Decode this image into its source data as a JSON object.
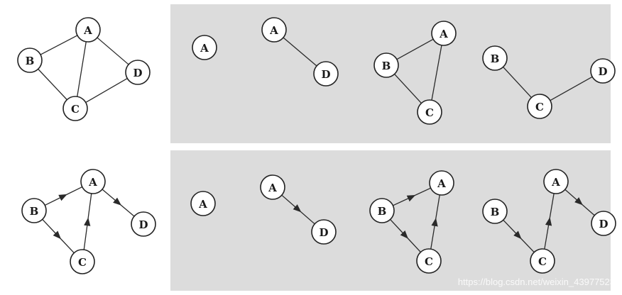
{
  "panels": [
    {
      "id": "undirected-row",
      "shaded": true
    },
    {
      "id": "directed-row",
      "shaded": true
    }
  ],
  "graphs": [
    {
      "id": "undirected-graph",
      "nodes": [
        {
          "id": "A",
          "label": "A"
        },
        {
          "id": "B",
          "label": "B"
        },
        {
          "id": "C",
          "label": "C"
        },
        {
          "id": "D",
          "label": "D"
        }
      ],
      "edges": [
        [
          "B",
          "A"
        ],
        [
          "A",
          "C"
        ],
        [
          "A",
          "D"
        ],
        [
          "B",
          "C"
        ],
        [
          "C",
          "D"
        ]
      ],
      "directed": false
    },
    {
      "id": "subgraph-1",
      "nodes": [
        {
          "id": "A",
          "label": "A"
        }
      ],
      "edges": [],
      "directed": false
    },
    {
      "id": "subgraph-2",
      "nodes": [
        {
          "id": "A",
          "label": "A"
        },
        {
          "id": "D",
          "label": "D"
        }
      ],
      "edges": [
        [
          "A",
          "D"
        ]
      ],
      "directed": false
    },
    {
      "id": "subgraph-3",
      "nodes": [
        {
          "id": "A",
          "label": "A"
        },
        {
          "id": "B",
          "label": "B"
        },
        {
          "id": "C",
          "label": "C"
        }
      ],
      "edges": [
        [
          "B",
          "A"
        ],
        [
          "A",
          "C"
        ],
        [
          "B",
          "C"
        ]
      ],
      "directed": false
    },
    {
      "id": "subgraph-4",
      "nodes": [
        {
          "id": "B",
          "label": "B"
        },
        {
          "id": "C",
          "label": "C"
        },
        {
          "id": "D",
          "label": "D"
        }
      ],
      "edges": [
        [
          "B",
          "C"
        ],
        [
          "C",
          "D"
        ]
      ],
      "directed": false
    },
    {
      "id": "directed-graph",
      "nodes": [
        {
          "id": "A",
          "label": "A"
        },
        {
          "id": "B",
          "label": "B"
        },
        {
          "id": "C",
          "label": "C"
        },
        {
          "id": "D",
          "label": "D"
        }
      ],
      "edges": [
        [
          "B",
          "A"
        ],
        [
          "B",
          "C"
        ],
        [
          "C",
          "A"
        ],
        [
          "A",
          "D"
        ]
      ],
      "directed": true
    },
    {
      "id": "digraph-1",
      "nodes": [
        {
          "id": "A",
          "label": "A"
        }
      ],
      "edges": [],
      "directed": true
    },
    {
      "id": "digraph-2",
      "nodes": [
        {
          "id": "A",
          "label": "A"
        },
        {
          "id": "D",
          "label": "D"
        }
      ],
      "edges": [
        [
          "A",
          "D"
        ]
      ],
      "directed": true
    },
    {
      "id": "digraph-3",
      "nodes": [
        {
          "id": "A",
          "label": "A"
        },
        {
          "id": "B",
          "label": "B"
        },
        {
          "id": "C",
          "label": "C"
        }
      ],
      "edges": [
        [
          "B",
          "A"
        ],
        [
          "B",
          "C"
        ],
        [
          "C",
          "A"
        ]
      ],
      "directed": true
    },
    {
      "id": "digraph-4",
      "nodes": [
        {
          "id": "A",
          "label": "A"
        },
        {
          "id": "B",
          "label": "B"
        },
        {
          "id": "C",
          "label": "C"
        },
        {
          "id": "D",
          "label": "D"
        }
      ],
      "edges": [
        [
          "B",
          "C"
        ],
        [
          "C",
          "A"
        ],
        [
          "A",
          "D"
        ]
      ],
      "directed": true
    }
  ],
  "watermark": "https://blog.csdn.net/weixin_43977523"
}
